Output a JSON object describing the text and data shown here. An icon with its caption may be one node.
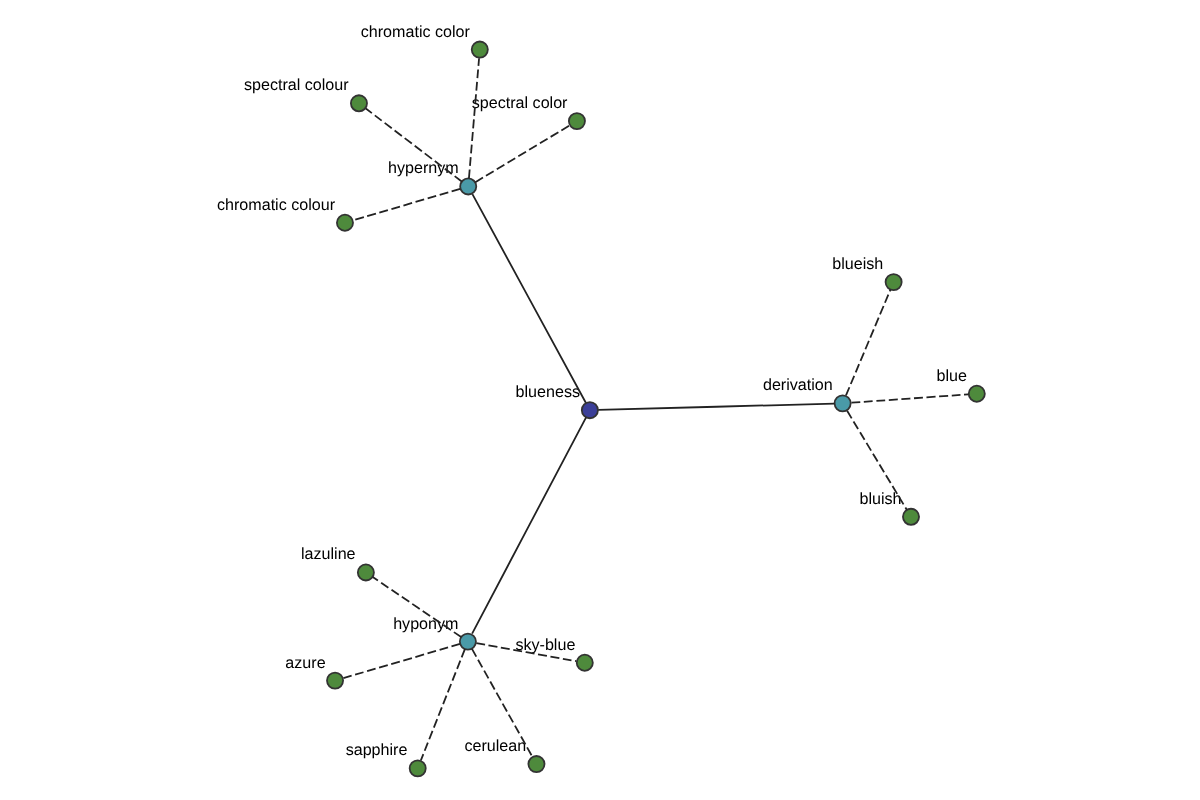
{
  "diagram": {
    "nodes": [
      {
        "text": [
          "blueness"
        ]
      },
      {
        "text": [
          "derivation"
        ]
      },
      {
        "text": [
          "bluish"
        ]
      },
      {
        "text": [
          "blueish"
        ]
      },
      {
        "text": [
          "blue"
        ]
      },
      {
        "text": [
          "hyponym"
        ]
      },
      {
        "text": [
          "lazuline"
        ]
      },
      {
        "text": [
          "sky-blue"
        ]
      },
      {
        "text": [
          "azure"
        ]
      },
      {
        "text": [
          "cerulean"
        ]
      },
      {
        "text": [
          "sapphire"
        ]
      },
      {
        "text": [
          "hypernym"
        ]
      },
      {
        "text": [
          "spectral color"
        ]
      },
      {
        "text": [
          "chromatic color"
        ]
      },
      {
        "text": [
          "spectral colour"
        ]
      },
      {
        "text": [
          "chromatic colour"
        ]
      }
    ],
    "edges": [
      {
        "from": 0,
        "to": 1,
        "arrow": "none"
      },
      {
        "from": 1,
        "to": 2,
        "arrow": "none",
        "style": "dashed"
      },
      {
        "from": 1,
        "to": 3,
        "arrow": "none",
        "style": "dashed"
      },
      {
        "from": 1,
        "to": 4,
        "arrow": "none",
        "style": "dashed"
      },
      {
        "from": 0,
        "to": 5,
        "arrow": "none"
      },
      {
        "from": 5,
        "to": 6,
        "arrow": "none",
        "style": "dashed"
      },
      {
        "from": 5,
        "to": 7,
        "arrow": "none",
        "style": "dashed"
      },
      {
        "from": 5,
        "to": 8,
        "arrow": "none",
        "style": "dashed"
      },
      {
        "from": 5,
        "to": 9,
        "arrow": "none",
        "style": "dashed"
      },
      {
        "from": 5,
        "to": 10,
        "arrow": "none",
        "style": "dashed"
      },
      {
        "from": 0,
        "to": 11,
        "arrow": "none"
      },
      {
        "from": 11,
        "to": 12,
        "arrow": "none",
        "style": "dashed"
      },
      {
        "from": 11,
        "to": 13,
        "arrow": "none",
        "style": "dashed"
      },
      {
        "from": 11,
        "to": 14,
        "arrow": "none",
        "style": "dashed"
      },
      {
        "from": 11,
        "to": 15,
        "arrow": "none",
        "style": "dashed"
      }
    ]
  }
}
